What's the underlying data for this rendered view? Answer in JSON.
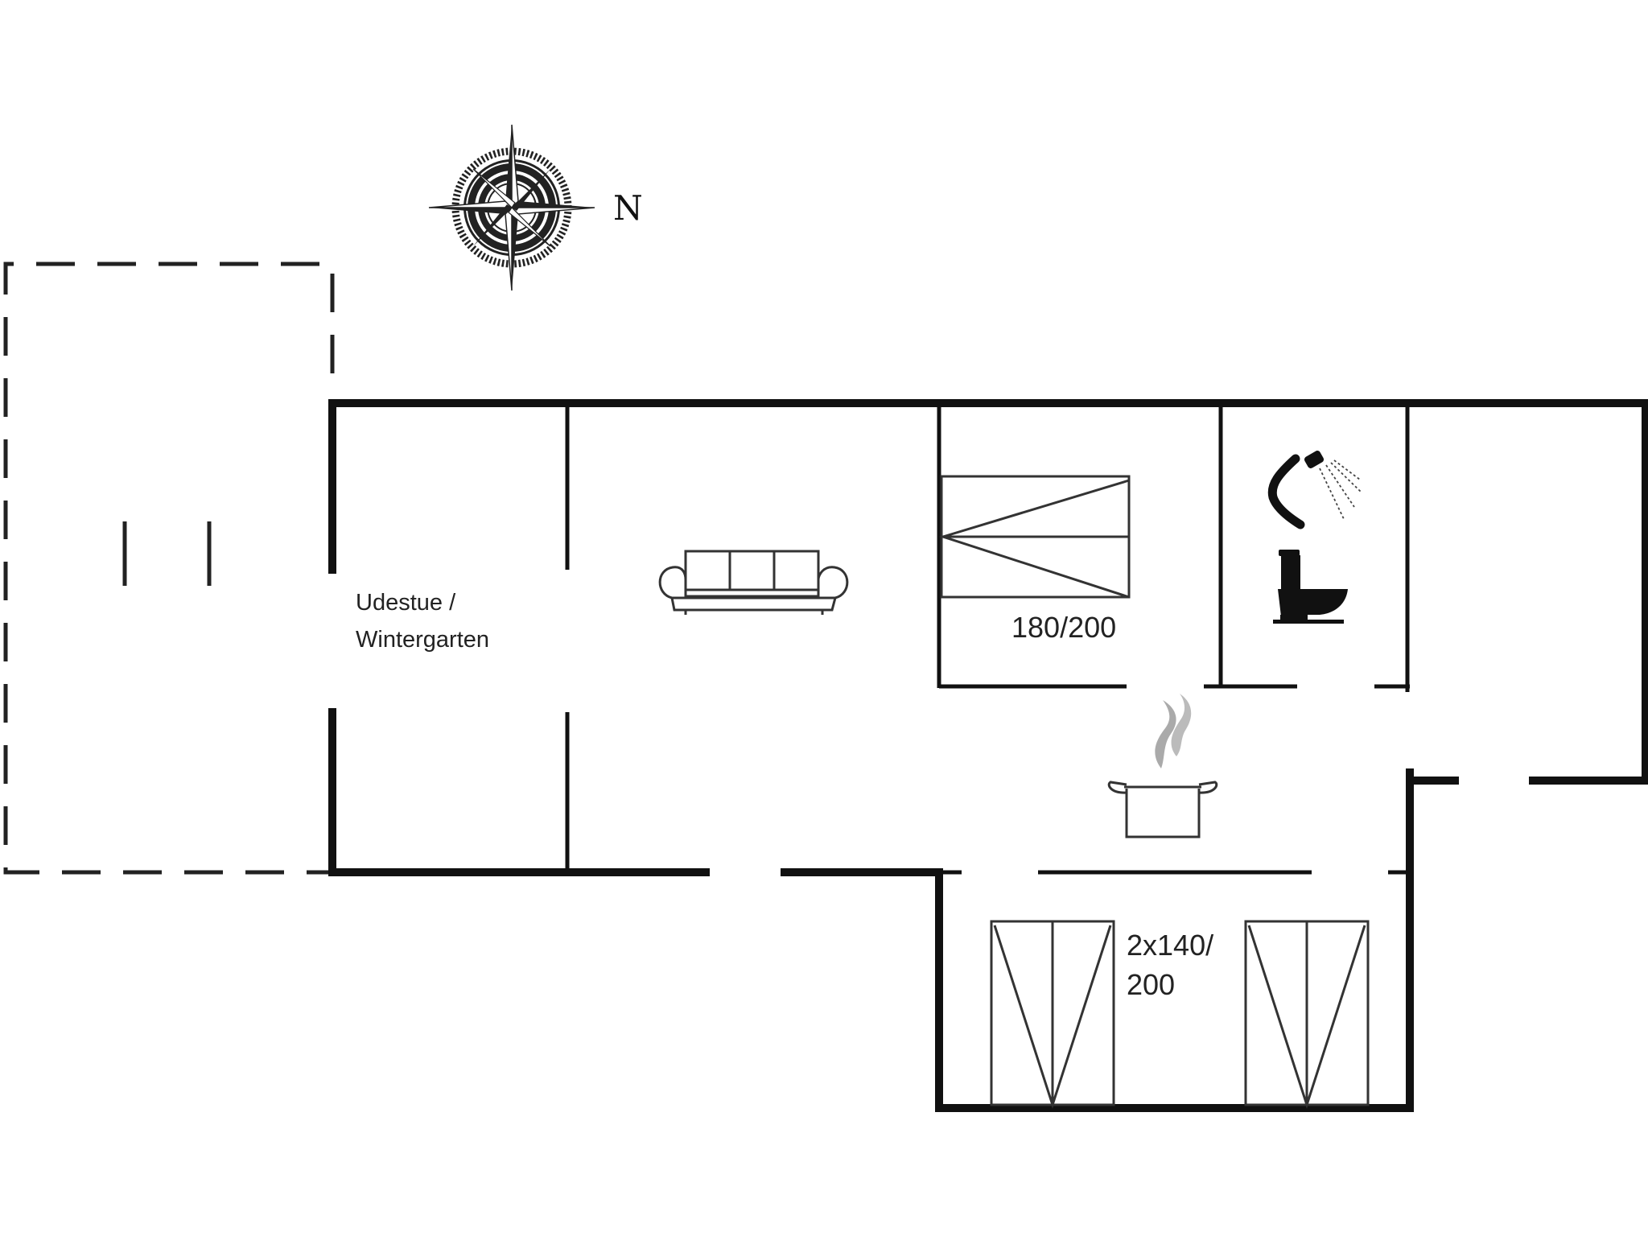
{
  "compass": {
    "north_label": "N",
    "icon": "compass-rose-icon"
  },
  "rooms": {
    "sunroom": {
      "label_line1": "Udestue /",
      "label_line2": "Wintergarten"
    },
    "bedroom_main": {
      "bed_label": "180/200",
      "icon": "double-bed-icon"
    },
    "bedroom_second": {
      "bed_label_line1": "2x140/",
      "bed_label_line2": "200",
      "icon": "bunk-bed-icon"
    },
    "living": {
      "icon": "sofa-icon"
    },
    "bathroom": {
      "icons": [
        "shower-icon",
        "toilet-icon"
      ]
    },
    "kitchen": {
      "icon": "cooking-pot-icon"
    }
  },
  "colors": {
    "wall": "#111111",
    "line": "#222222",
    "background": "#ffffff"
  }
}
